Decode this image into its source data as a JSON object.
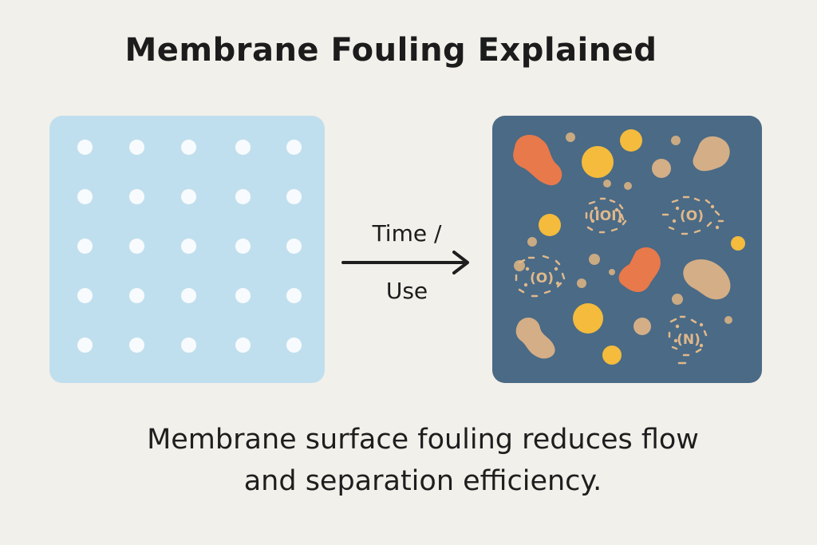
{
  "title": "Membrane Fouling Explained",
  "arrow": {
    "line1": "Time /",
    "line2": "Use"
  },
  "caption": {
    "line1": "Membrane surface fouling reduces flow",
    "line2": "and separation efficiency."
  },
  "fouled_labels": {
    "a": "(IOI)",
    "b": "(O)",
    "c": "(O)",
    "d": "(N)"
  },
  "colors": {
    "background": "#f2f0ea",
    "clean_membrane": "#c0dfee",
    "fouled_membrane": "#4a6a86",
    "pore": "#f8fbfd",
    "orange_foulant": "#e8794a",
    "yellow_particle": "#f4bb3c",
    "tan_particle": "#d4ae86",
    "small_particle": "#c9aa83"
  }
}
